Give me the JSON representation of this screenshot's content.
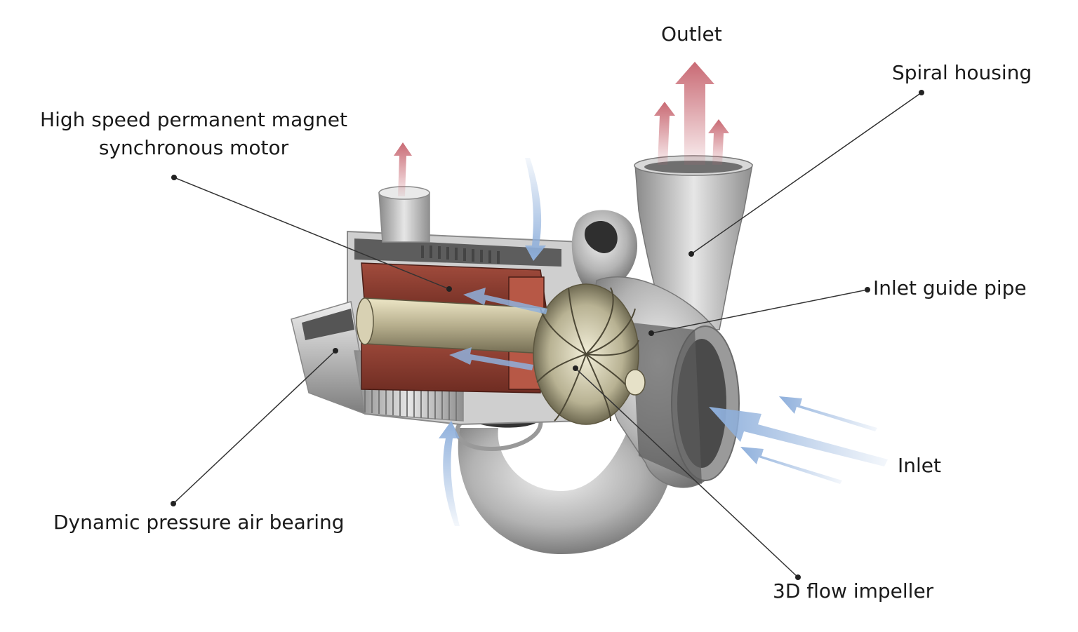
{
  "labels": {
    "outlet": "Outlet",
    "spiral_housing": "Spiral housing",
    "motor_line1": "High speed permanent magnet",
    "motor_line2": "synchronous motor",
    "inlet_guide_pipe": "Inlet guide pipe",
    "inlet": "Inlet",
    "air_bearing": "Dynamic pressure air bearing",
    "impeller": "3D flow impeller"
  },
  "colors": {
    "outlet_arrow": "#c96a74",
    "inlet_arrow": "#8fb0dc",
    "metal_light": "#d4d4d4",
    "metal_dark": "#7a7a7a",
    "motor_core": "#8e3f32",
    "shaft": "#c8c0a0",
    "leader_line": "#333333"
  }
}
